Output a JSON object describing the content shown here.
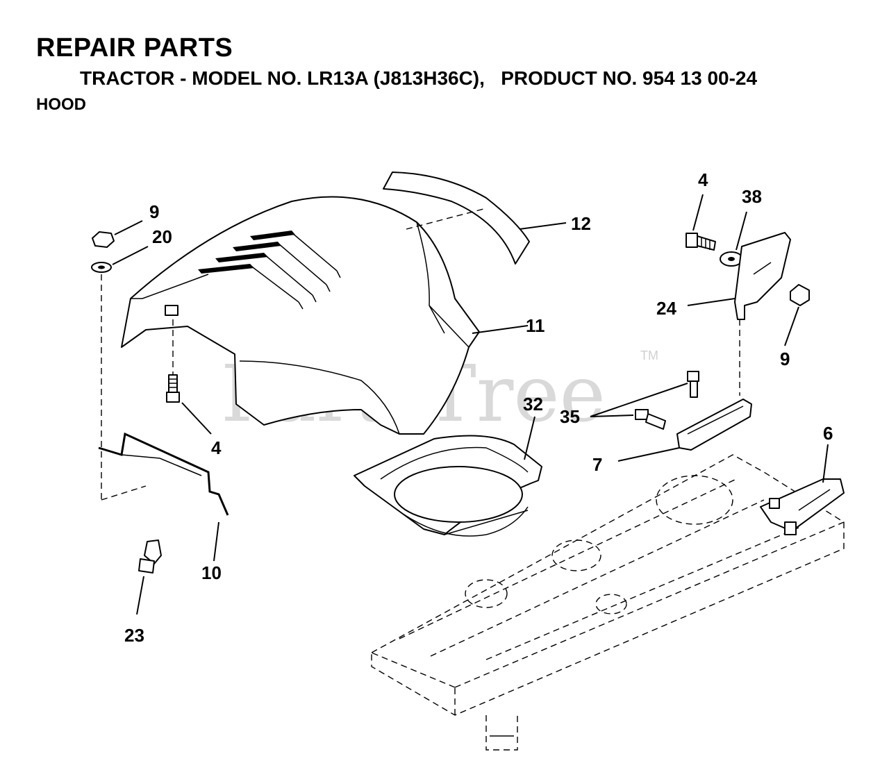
{
  "header": {
    "title": "REPAIR PARTS",
    "subtitle": "TRACTOR - MODEL NO. LR13A (J813H36C),   PRODUCT NO. 954 13 00-24",
    "section": "HOOD"
  },
  "watermark": {
    "text": "PartsTree",
    "tm": "TM"
  },
  "callouts": {
    "c9a": "9",
    "c20": "20",
    "c4a": "4",
    "c10": "10",
    "c23": "23",
    "c12": "12",
    "c11": "11",
    "c32": "32",
    "c4b": "4",
    "c38": "38",
    "c24": "24",
    "c9b": "9",
    "c35": "35",
    "c7": "7",
    "c6": "6"
  },
  "colors": {
    "line": "#000000",
    "background": "#ffffff",
    "watermark": "#d9d9d9"
  }
}
